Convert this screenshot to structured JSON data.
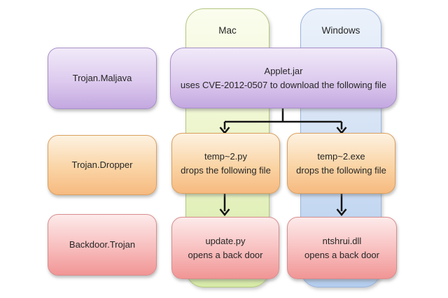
{
  "diagram": {
    "columns": [
      {
        "label": "Mac"
      },
      {
        "label": "Windows"
      }
    ],
    "row_labels": [
      {
        "label": "Trojan.Maljava"
      },
      {
        "label": "Trojan.Dropper"
      },
      {
        "label": "Backdoor.Trojan"
      }
    ],
    "nodes": {
      "applet": {
        "title": "Applet.jar",
        "subtitle": "uses CVE-2012-0507 to download the following file"
      },
      "mac_dropper": {
        "title": "temp~2.py",
        "subtitle": "drops the following file"
      },
      "win_dropper": {
        "title": "temp~2.exe",
        "subtitle": "drops the following file"
      },
      "mac_backdoor": {
        "title": "update.py",
        "subtitle": "opens a back door"
      },
      "win_backdoor": {
        "title": "ntshrui.dll",
        "subtitle": "opens a back door"
      }
    },
    "colors": {
      "stage_trojan": "#c9aee4",
      "stage_dropper": "#f8c896",
      "stage_backdoor": "#f4a0a0",
      "mac_column": "#dcedb0",
      "windows_column": "#b7cfef",
      "arrow": "#111111"
    }
  }
}
